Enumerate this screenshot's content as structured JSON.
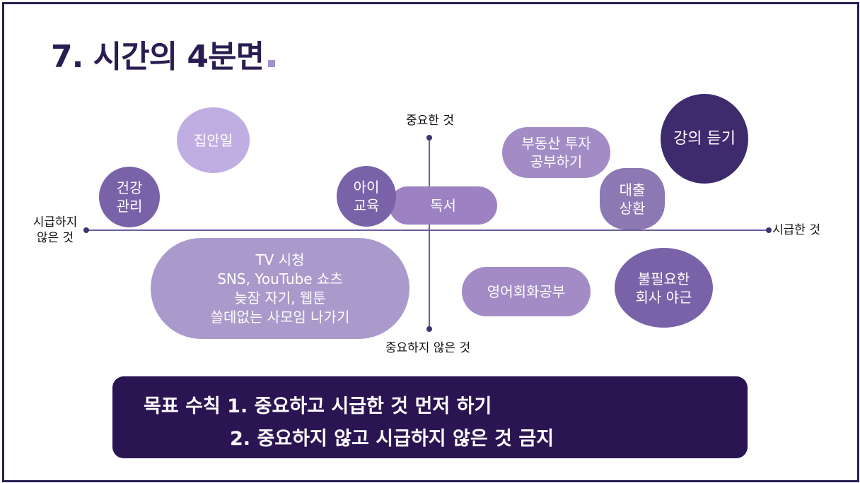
{
  "title": "7. 시간의 4분면",
  "axes": {
    "top_label": "중요한 것",
    "bottom_label": "중요하지 않은 것",
    "left_label": "시급하지\n않은 것",
    "right_label": "시급한 것"
  },
  "bubbles": {
    "housework": "집안일",
    "health": "건강\n관리",
    "child_education": "아이\n교육",
    "reading": "독서",
    "real_estate": "부동산 투자\n공부하기",
    "lecture": "강의 듣기",
    "loan": "대출\n상환",
    "tv": "TV 시청\nSNS, YouTube 쇼츠\n늦잠 자기, 웹툰\n쓸데없는 사모임 나가기",
    "english": "영어회화공부",
    "overtime": "불필요한\n회사 야근"
  },
  "colors": {
    "dark_navy": "#2a1d52",
    "goal_bg": "#2b1452",
    "accent_dot": "#a58fd1",
    "bubble_light": "#c0aee2",
    "bubble_mid": "#a38cc6",
    "bubble_dark": "#7a62a8",
    "bubble_deep": "#3e2b6e"
  },
  "goals": {
    "line1": "목표 수칙 1. 중요하고 시급한 것 먼저 하기",
    "line2": "2. 중요하지 않고 시급하지 않은 것 금지"
  }
}
